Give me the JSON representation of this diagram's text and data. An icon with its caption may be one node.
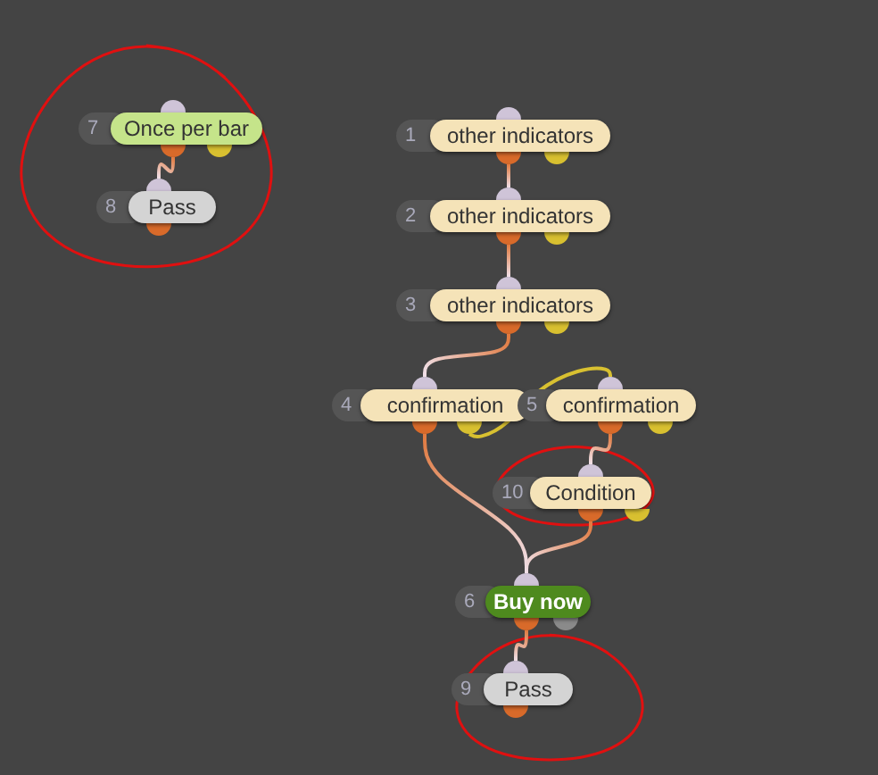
{
  "diagram": {
    "nodes": [
      {
        "text": [
          "1",
          "other indicators"
        ]
      },
      {
        "text": [
          "2",
          "other indicators"
        ]
      },
      {
        "text": [
          "3",
          "other indicators"
        ]
      },
      {
        "text": [
          "4",
          "confirmation"
        ]
      },
      {
        "text": [
          "5",
          "confirmation"
        ]
      },
      {
        "text": [
          "10",
          "Condition"
        ]
      },
      {
        "text": [
          "6",
          "Buy now"
        ]
      },
      {
        "text": [
          "9",
          "Pass"
        ]
      },
      {
        "text": [
          "7",
          "Once per bar"
        ]
      },
      {
        "text": [
          "8",
          "Pass"
        ]
      }
    ],
    "edges": [
      {
        "from": 8,
        "to": 9,
        "arrow": "none"
      },
      {
        "from": 0,
        "to": 1,
        "arrow": "none"
      },
      {
        "from": 1,
        "to": 2,
        "arrow": "none"
      },
      {
        "from": 2,
        "to": 3,
        "arrow": "none"
      },
      {
        "from": 3,
        "to": 4,
        "arrow": "none",
        "color": "#d8c030"
      },
      {
        "from": 4,
        "to": 5,
        "arrow": "none"
      },
      {
        "from": 3,
        "to": 6,
        "arrow": "none"
      },
      {
        "from": 5,
        "to": 6,
        "arrow": "none"
      },
      {
        "from": 6,
        "to": 7,
        "arrow": "none"
      }
    ]
  }
}
